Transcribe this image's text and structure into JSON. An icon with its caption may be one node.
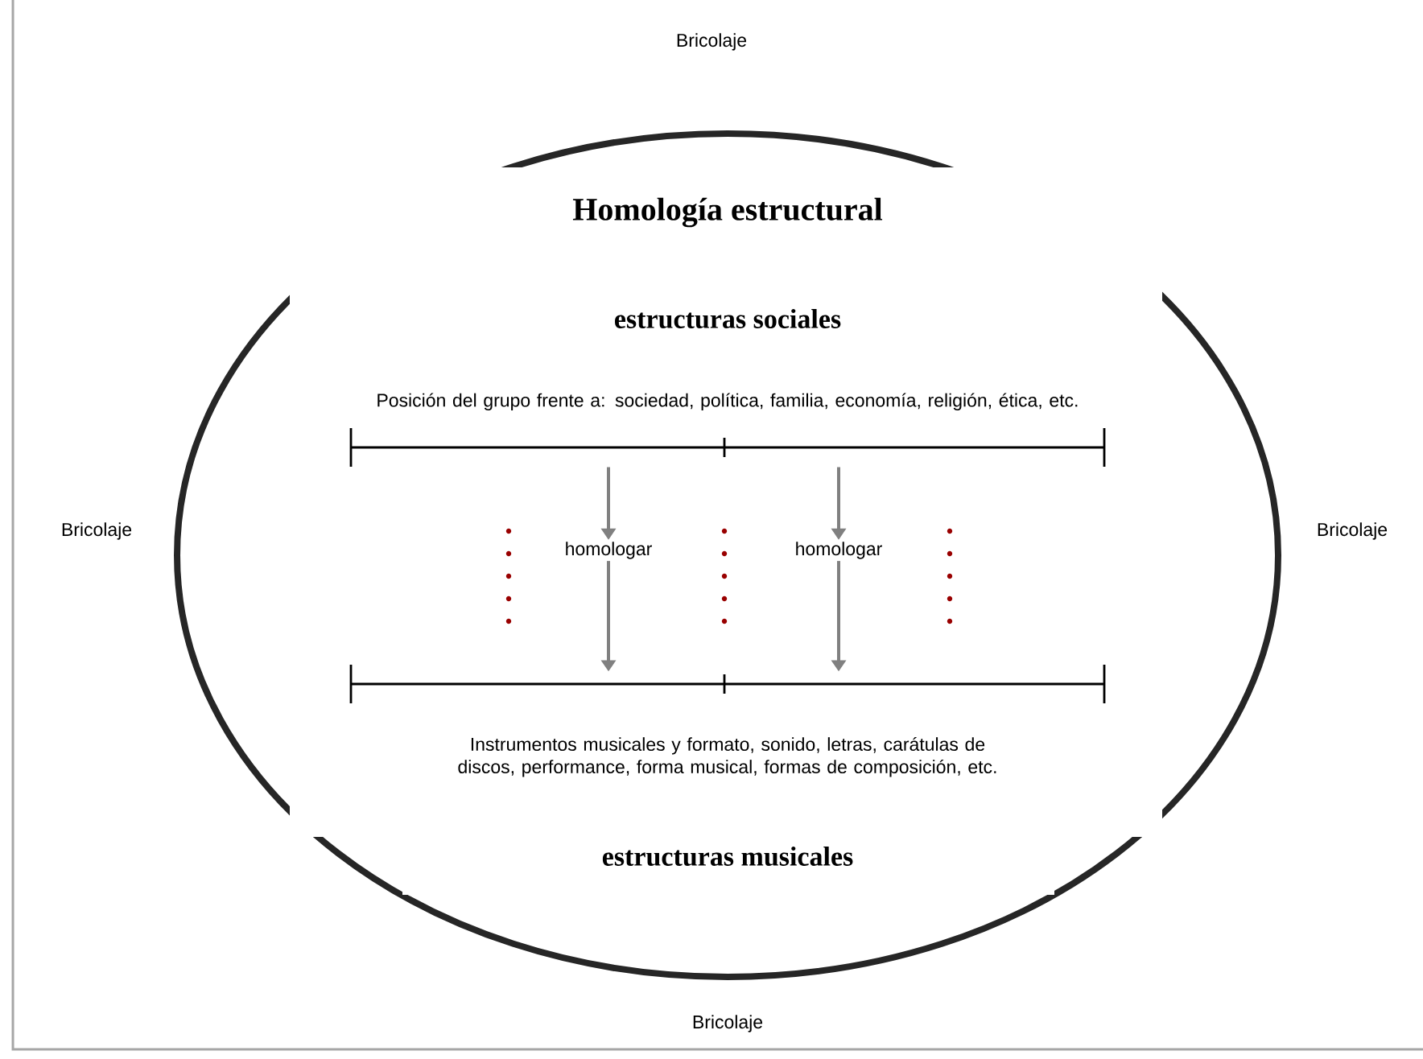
{
  "diagram": {
    "title": "Homología estructural",
    "nodes": [
      {
        "text": [
          "Posición del grupo frente a: sociedad, política, familia, economía, religión, ética, etc."
        ]
      },
      {
        "text": [
          "homologar"
        ]
      },
      {
        "text": [
          "homologar"
        ]
      },
      {
        "text": [
          "Instrumentos musicales y formato, sonido, letras, carátulas de discos, performance, forma musical, formas de composición, etc."
        ]
      }
    ],
    "edges": [
      {
        "from": 0,
        "to": 1,
        "arrow": "to"
      },
      {
        "from": 0,
        "to": 2,
        "arrow": "to"
      },
      {
        "from": 1,
        "to": 3,
        "arrow": "to"
      },
      {
        "from": 2,
        "to": 3,
        "arrow": "to"
      }
    ],
    "labels": [
      "Bricolaje",
      "estructuras sociales",
      "Bricolaje",
      "Bricolaje",
      "estructuras musicales",
      "Bricolaje"
    ]
  }
}
